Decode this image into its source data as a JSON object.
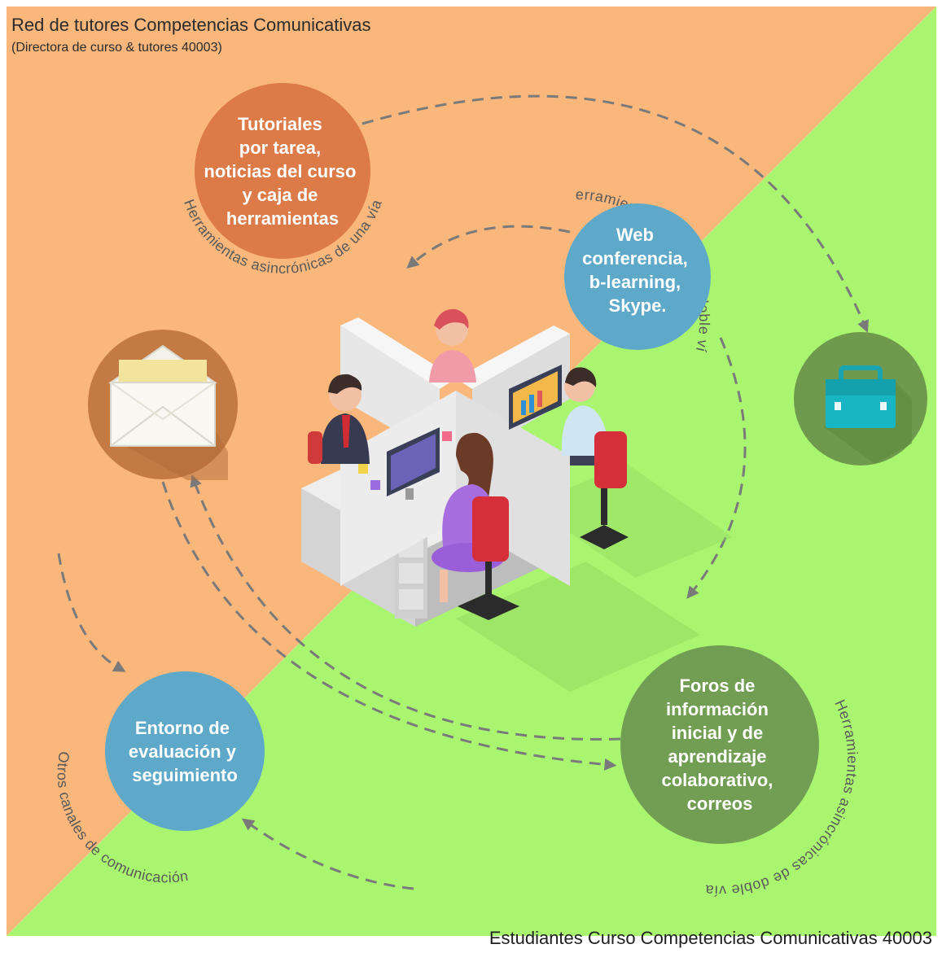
{
  "header": {
    "title": "Red de tutores Competencias Comunicativas",
    "subtitle": "(Directora de curso & tutores 40003)"
  },
  "footer": {
    "text": "Estudiantes Curso Competencias Comunicativas 40003"
  },
  "nodes": {
    "tutoriales": {
      "lines": [
        "Tutoriales",
        "por tarea,",
        "noticias del curso",
        "y caja de",
        "herramientas"
      ],
      "color": "#dc7a48"
    },
    "web": {
      "lines": [
        "Web",
        "conferencia,",
        "b-learning,",
        "Skype."
      ],
      "color": "#5ea9c9"
    },
    "entorno": {
      "lines": [
        "Entorno de",
        "evaluación y",
        "seguimiento"
      ],
      "color": "#5ea9c9"
    },
    "foros": {
      "lines": [
        "Foros de",
        "información",
        "inicial y de",
        "aprendizaje",
        "colaborativo,",
        "correos"
      ],
      "color": "#719e52"
    }
  },
  "arc_labels": {
    "asinc_una_via": "Herramientas asincrónicas de una vía",
    "sinc_doble_via": "Herramientas sincrónicas doble vía",
    "asinc_doble_via": "Herramientas asincrónicas de doble vía",
    "otros_canales": "Otros canales de comunicación"
  },
  "icons": {
    "mail": "envelope-icon",
    "toolbox": "toolbox-icon",
    "workers": "office-workers-illustration"
  },
  "colors": {
    "top_bg": "#f9b77c",
    "bottom_bg": "#a9f56f",
    "arrow": "#7a7a7a",
    "mail_circle": "#c47a43",
    "toolbox_circle": "#6f9a4d"
  }
}
